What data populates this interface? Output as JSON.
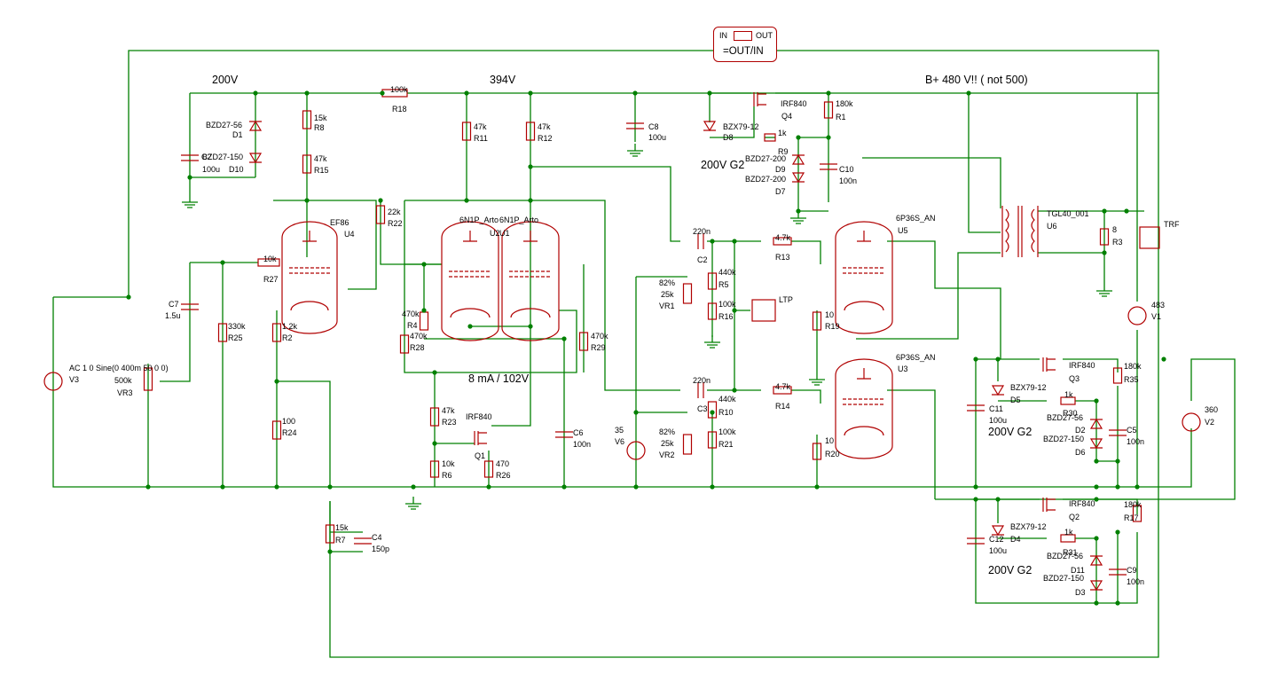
{
  "switch": {
    "in": "IN",
    "out": "OUT",
    "label": "=OUT/IN"
  },
  "notes": {
    "v200": "200V",
    "v394": "394V",
    "bplus": "B+ 480 V!! ( not 500)",
    "g2_top": "200V G2",
    "g2_mid": "200V G2",
    "g2_bot": "200V G2",
    "bias": "8 mA / 102V"
  },
  "labels": [
    {
      "id": "d1-val",
      "t": "BZD27-56"
    },
    {
      "id": "d1-ref",
      "t": "D1"
    },
    {
      "id": "c2b-val",
      "t": "BZD27-150"
    },
    {
      "id": "d10-ref",
      "t": "D10"
    },
    {
      "id": "c2b-ref",
      "t": "C2"
    },
    {
      "id": "c2b-cap",
      "t": "100u"
    },
    {
      "id": "r8-val",
      "t": "15k"
    },
    {
      "id": "r8-ref",
      "t": "R8"
    },
    {
      "id": "r15-val",
      "t": "47k"
    },
    {
      "id": "r15-ref",
      "t": "R15"
    },
    {
      "id": "r18-val",
      "t": "100k"
    },
    {
      "id": "r18-ref",
      "t": "R18"
    },
    {
      "id": "r11-val",
      "t": "47k"
    },
    {
      "id": "r11-ref",
      "t": "R11"
    },
    {
      "id": "r12-val",
      "t": "47k"
    },
    {
      "id": "r12-ref",
      "t": "R12"
    },
    {
      "id": "c8-ref",
      "t": "C8"
    },
    {
      "id": "c8-val",
      "t": "100u"
    },
    {
      "id": "q4-val",
      "t": "IRF840"
    },
    {
      "id": "q4-ref",
      "t": "Q4"
    },
    {
      "id": "d8-val",
      "t": "BZX79-12"
    },
    {
      "id": "d8-ref",
      "t": "D8"
    },
    {
      "id": "r9-val",
      "t": "1k"
    },
    {
      "id": "r9-ref",
      "t": "R9"
    },
    {
      "id": "r1-val",
      "t": "180k"
    },
    {
      "id": "r1-ref",
      "t": "R1"
    },
    {
      "id": "d9-val",
      "t": "BZD27-200"
    },
    {
      "id": "d9-ref",
      "t": "D9"
    },
    {
      "id": "d7-val",
      "t": "BZD27-200"
    },
    {
      "id": "d7-ref",
      "t": "D7"
    },
    {
      "id": "c10-ref",
      "t": "C10"
    },
    {
      "id": "c10-val",
      "t": "100n"
    },
    {
      "id": "u4-val",
      "t": "EF86"
    },
    {
      "id": "u4-ref",
      "t": "U4"
    },
    {
      "id": "r22-val",
      "t": "22k"
    },
    {
      "id": "r22-ref",
      "t": "R22"
    },
    {
      "id": "u2-val",
      "t": "6N1P_Arto"
    },
    {
      "id": "u2-ref",
      "t": "U2"
    },
    {
      "id": "u1-val",
      "t": "6N1P_Arto"
    },
    {
      "id": "u1-ref",
      "t": "U1"
    },
    {
      "id": "r27-val",
      "t": "10k"
    },
    {
      "id": "r27-ref",
      "t": "R27"
    },
    {
      "id": "c7-ref",
      "t": "C7"
    },
    {
      "id": "c7-val",
      "t": "1.5u"
    },
    {
      "id": "r25-val",
      "t": "330k"
    },
    {
      "id": "r25-ref",
      "t": "R25"
    },
    {
      "id": "r2-val",
      "t": "1.2k"
    },
    {
      "id": "r2-ref",
      "t": "R2"
    },
    {
      "id": "r24-val",
      "t": "100"
    },
    {
      "id": "r24-ref",
      "t": "R24"
    },
    {
      "id": "v3-val",
      "t": "AC 1 0 Sine(0 400m 50 0 0)"
    },
    {
      "id": "v3-ref",
      "t": "V3"
    },
    {
      "id": "vr3-val",
      "t": "500k"
    },
    {
      "id": "vr3-ref",
      "t": "VR3"
    },
    {
      "id": "r4-val",
      "t": "470k"
    },
    {
      "id": "r4-ref",
      "t": "R4"
    },
    {
      "id": "r28-val",
      "t": "470k"
    },
    {
      "id": "r28-ref",
      "t": "R28"
    },
    {
      "id": "r29-val",
      "t": "470k"
    },
    {
      "id": "r29-ref",
      "t": "R29"
    },
    {
      "id": "r23-val",
      "t": "47k"
    },
    {
      "id": "r23-ref",
      "t": "R23"
    },
    {
      "id": "q1-val",
      "t": "IRF840"
    },
    {
      "id": "q1-ref",
      "t": "Q1"
    },
    {
      "id": "r6-val",
      "t": "10k"
    },
    {
      "id": "r6-ref",
      "t": "R6"
    },
    {
      "id": "r26-val",
      "t": "470"
    },
    {
      "id": "r26-ref",
      "t": "R26"
    },
    {
      "id": "c6-ref",
      "t": "C6"
    },
    {
      "id": "c6-val",
      "t": "100n"
    },
    {
      "id": "r7-val",
      "t": "15k"
    },
    {
      "id": "r7-ref",
      "t": "R7"
    },
    {
      "id": "c4-ref",
      "t": "C4"
    },
    {
      "id": "c4-val",
      "t": "150p"
    },
    {
      "id": "c2-val",
      "t": "220n"
    },
    {
      "id": "c2-ref",
      "t": "C2"
    },
    {
      "id": "r5-val",
      "t": "440k"
    },
    {
      "id": "r5-ref",
      "t": "R5"
    },
    {
      "id": "vr1-pct",
      "t": "82%"
    },
    {
      "id": "vr1-val",
      "t": "25k"
    },
    {
      "id": "vr1-ref",
      "t": "VR1"
    },
    {
      "id": "r16-val",
      "t": "100k"
    },
    {
      "id": "r16-ref",
      "t": "R16"
    },
    {
      "id": "ltp",
      "t": "LTP"
    },
    {
      "id": "r13-val",
      "t": "4.7k"
    },
    {
      "id": "r13-ref",
      "t": "R13"
    },
    {
      "id": "u5-val",
      "t": "6P36S_AN"
    },
    {
      "id": "u5-ref",
      "t": "U5"
    },
    {
      "id": "r19-val",
      "t": "10"
    },
    {
      "id": "r19-ref",
      "t": "R19"
    },
    {
      "id": "c3-val",
      "t": "220n"
    },
    {
      "id": "c3-ref",
      "t": "C3"
    },
    {
      "id": "r10-val",
      "t": "440k"
    },
    {
      "id": "r10-ref",
      "t": "R10"
    },
    {
      "id": "v6-val",
      "t": "35"
    },
    {
      "id": "v6-ref",
      "t": "V6"
    },
    {
      "id": "vr2-pct",
      "t": "82%"
    },
    {
      "id": "vr2-val",
      "t": "25k"
    },
    {
      "id": "vr2-ref",
      "t": "VR2"
    },
    {
      "id": "r21-val",
      "t": "100k"
    },
    {
      "id": "r21-ref",
      "t": "R21"
    },
    {
      "id": "r14-val",
      "t": "4.7k"
    },
    {
      "id": "r14-ref",
      "t": "R14"
    },
    {
      "id": "u3-val",
      "t": "6P36S_AN"
    },
    {
      "id": "u3-ref",
      "t": "U3"
    },
    {
      "id": "r20-val",
      "t": "10"
    },
    {
      "id": "r20-ref",
      "t": "R20"
    },
    {
      "id": "u6-val",
      "t": "TGL40_001"
    },
    {
      "id": "u6-ref",
      "t": "U6"
    },
    {
      "id": "r3-val",
      "t": "8"
    },
    {
      "id": "r3-ref",
      "t": "R3"
    },
    {
      "id": "trf",
      "t": "TRF"
    },
    {
      "id": "v1-val",
      "t": "483"
    },
    {
      "id": "v1-ref",
      "t": "V1"
    },
    {
      "id": "q3-val",
      "t": "IRF840"
    },
    {
      "id": "q3-ref",
      "t": "Q3"
    },
    {
      "id": "r35-val",
      "t": "180k"
    },
    {
      "id": "r35-ref",
      "t": "R35"
    },
    {
      "id": "d5-val",
      "t": "BZX79-12"
    },
    {
      "id": "d5-ref",
      "t": "D5"
    },
    {
      "id": "r30-val",
      "t": "1k"
    },
    {
      "id": "r30-ref",
      "t": "R30"
    },
    {
      "id": "c11-ref",
      "t": "C11"
    },
    {
      "id": "c11-val",
      "t": "100u"
    },
    {
      "id": "d2-val",
      "t": "BZD27-56"
    },
    {
      "id": "d2-ref",
      "t": "D2"
    },
    {
      "id": "d6-val",
      "t": "BZD27-150"
    },
    {
      "id": "d6-ref",
      "t": "D6"
    },
    {
      "id": "c5-ref",
      "t": "C5"
    },
    {
      "id": "c5-val",
      "t": "100n"
    },
    {
      "id": "v2-val",
      "t": "360"
    },
    {
      "id": "v2-ref",
      "t": "V2"
    },
    {
      "id": "q2-val",
      "t": "IRF840"
    },
    {
      "id": "q2-ref",
      "t": "Q2"
    },
    {
      "id": "r17-val",
      "t": "180k"
    },
    {
      "id": "r17-ref",
      "t": "R17"
    },
    {
      "id": "d4-val",
      "t": "BZX79-12"
    },
    {
      "id": "d4-ref",
      "t": "D4"
    },
    {
      "id": "r31-val",
      "t": "1k"
    },
    {
      "id": "r31-ref",
      "t": "R31"
    },
    {
      "id": "c12-ref",
      "t": "C12"
    },
    {
      "id": "c12-val",
      "t": "100u"
    },
    {
      "id": "d11-val",
      "t": "BZD27-56"
    },
    {
      "id": "d11-ref",
      "t": "D11"
    },
    {
      "id": "d3-val",
      "t": "BZD27-150"
    },
    {
      "id": "d3-ref",
      "t": "D3"
    },
    {
      "id": "c9-ref",
      "t": "C9"
    },
    {
      "id": "c9-val",
      "t": "100n"
    }
  ]
}
